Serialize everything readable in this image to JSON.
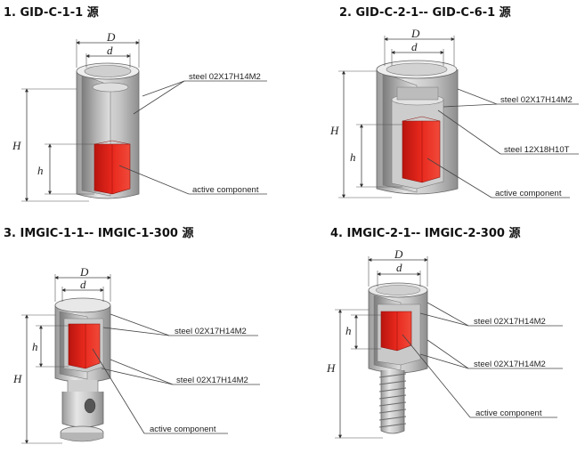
{
  "panels": [
    {
      "title": "1.   GID-C-1-1 源",
      "dims": {
        "D": "D",
        "d": "d",
        "H": "H",
        "h": "h"
      },
      "labels": [
        "steel 02X17H14M2",
        "active component"
      ]
    },
    {
      "title": "2.   GID-C-2-1-- GID-C-6-1 源",
      "dims": {
        "D": "D",
        "d": "d",
        "H": "H",
        "h": "h"
      },
      "labels": [
        "steel 02X17H14M2",
        "steel 12X18H10T",
        "active component"
      ]
    },
    {
      "title": "3.   IMGIC-1-1-- IMGIC-1-300 源",
      "dims": {
        "D": "D",
        "d": "d",
        "H": "H",
        "h": "h"
      },
      "labels": [
        "steel  02X17H14M2",
        "steel 02X17H14M2",
        "active component"
      ]
    },
    {
      "title": "4.   IMGIC-2-1-- IMGIC-2-300 源",
      "dims": {
        "D": "D",
        "d": "d",
        "H": "H",
        "h": "h"
      },
      "labels": [
        "steel 02X17H14M2",
        "steel 02X17H14M2",
        "active component"
      ]
    }
  ],
  "colors": {
    "active": "#e0261c",
    "steel_light": "#d8d8d8",
    "steel_mid": "#b8b8b8",
    "steel_dark": "#8c8c8c"
  }
}
